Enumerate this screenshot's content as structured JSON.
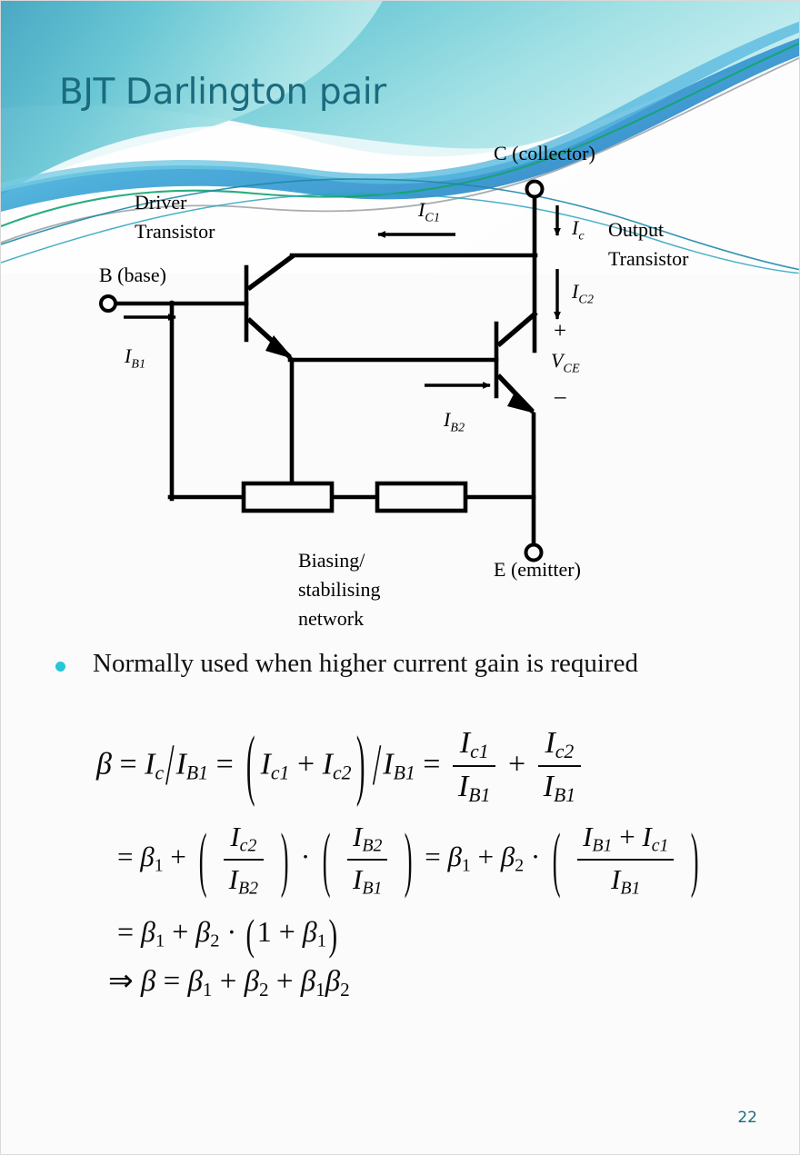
{
  "slide": {
    "title": "BJT Darlington pair",
    "page_number": "22",
    "accent_color": "#1b6b7e",
    "bullet_color": "#26c6d6"
  },
  "diagram": {
    "name": "darlington-pair-circuit",
    "labels": {
      "collector_terminal": "C (collector)",
      "base_terminal": "B (base)",
      "emitter_terminal": "E (emitter)",
      "driver_transistor_line1": "Driver",
      "driver_transistor_line2": "Transistor",
      "output_transistor_line1": "Output",
      "output_transistor_line2": "Transistor",
      "biasing_line1": "Biasing/",
      "biasing_line2": "stabilising",
      "biasing_line3": "network",
      "current_ic1_main": "I",
      "current_ic1_sub": "C1",
      "current_ic2_main": "I",
      "current_ic2_sub": "C2",
      "current_ic_main": "I",
      "current_ic_sub": "c",
      "current_ib1_main": "I",
      "current_ib1_sub": "B1",
      "current_ib2_main": "I",
      "current_ib2_sub": "B2",
      "voltage_vce_main": "V",
      "voltage_vce_sub": "CE",
      "plus_sign": "+",
      "minus_sign": "–"
    }
  },
  "body": {
    "bullet_text": "Normally used when higher current gain is required"
  },
  "equations": {
    "line1": {
      "parts": {
        "beta": "β",
        "eq1": "=",
        "I": "I",
        "sub_c": "c",
        "slash": "/",
        "I2": "I",
        "sub_B1": "B1",
        "eq2": "=",
        "lparen": "(",
        "I3": "I",
        "sub_c1": "c1",
        "plus": "+",
        "I4": "I",
        "sub_c2": "c2",
        "rparen": ")",
        "slash2": "/",
        "I5": "I",
        "sub_B1b": "B1",
        "eq3": "=",
        "num1": "I",
        "num1sub": "c1",
        "den1": "I",
        "den1sub": "B1",
        "plus2": "+",
        "num2": "I",
        "num2sub": "c2",
        "den2": "I",
        "den2sub": "B1"
      }
    },
    "line2": {
      "parts": {
        "eq": "=",
        "beta1": "β",
        "beta1sub": "1",
        "plus": "+",
        "lparen": "(",
        "num1": "I",
        "num1sub": "c2",
        "den1": "I",
        "den1sub": "B2",
        "rparen": ")",
        "dot": "·",
        "lparen2": "(",
        "num2": "I",
        "num2sub": "B2",
        "den2": "I",
        "den2sub": "B1",
        "rparen2": ")",
        "eq2": "=",
        "beta1b": "β",
        "beta1bsub": "1",
        "plus2": "+",
        "beta2": "β",
        "beta2sub": "2",
        "dot2": "·",
        "lparen3": "(",
        "num3a": "I",
        "num3asub": "B1",
        "num3plus": "+",
        "num3b": "I",
        "num3bsub": "c1",
        "den3": "I",
        "den3sub": "B1",
        "rparen3": ")"
      }
    },
    "line3": {
      "parts": {
        "eq": "=",
        "beta1": "β",
        "beta1sub": "1",
        "plus": "+",
        "beta2": "β",
        "beta2sub": "2",
        "dot": "·",
        "lparen": "(",
        "one": "1",
        "plus2": "+",
        "beta1b": "β",
        "beta1bsub": "1",
        "rparen": ")"
      }
    },
    "line4": {
      "parts": {
        "implies": "⇒",
        "beta": "β",
        "eq": "=",
        "beta1": "β",
        "beta1sub": "1",
        "plus": "+",
        "beta2": "β",
        "beta2sub": "2",
        "plus2": "+",
        "beta1c": "β",
        "beta1csub": "1",
        "beta2c": "β",
        "beta2csub": "2"
      }
    }
  }
}
